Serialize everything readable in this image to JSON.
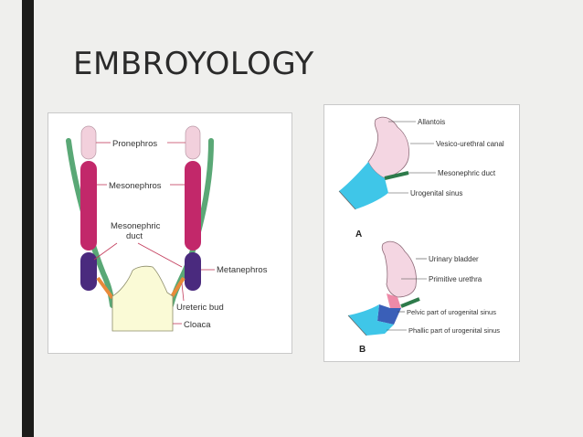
{
  "slide": {
    "title": "EMBROYOLOGY"
  },
  "figure_left": {
    "labels": {
      "pronephros": "Pronephros",
      "mesonephros": "Mesonephros",
      "mesonephric_duct_line1": "Mesonephric",
      "mesonephric_duct_line2": "duct",
      "metanephros": "Metanephros",
      "ureteric_bud": "Ureteric bud",
      "cloaca": "Cloaca"
    },
    "colors": {
      "pronephros": "#f2d0dc",
      "mesonephros": "#c2286a",
      "metanephros": "#4a2a7e",
      "duct": "#5aa876",
      "ureteric_bud": "#e98a3a",
      "cloaca": "#fafad6"
    }
  },
  "figure_right": {
    "panel_a": {
      "letter": "A",
      "labels": {
        "allantois": "Allantois",
        "vesico_urethral_canal": "Vesico-urethral canal",
        "mesonephric_duct": "Mesonephric duct",
        "urogenital_sinus": "Urogenital sinus"
      }
    },
    "panel_b": {
      "letter": "B",
      "labels": {
        "urinary_bladder": "Urinary bladder",
        "primitive_urethra": "Primitive urethra",
        "pelvic_part": "Pelvic part of urogenital sinus",
        "phallic_part": "Phallic part of urogenital sinus"
      }
    },
    "colors": {
      "bladder": "#f4d6e2",
      "sinus": "#3fc6e8",
      "duct": "#2d7a4a",
      "pelvic_part": "#3a5fb8",
      "primitive_urethra": "#ee8aa8"
    }
  }
}
